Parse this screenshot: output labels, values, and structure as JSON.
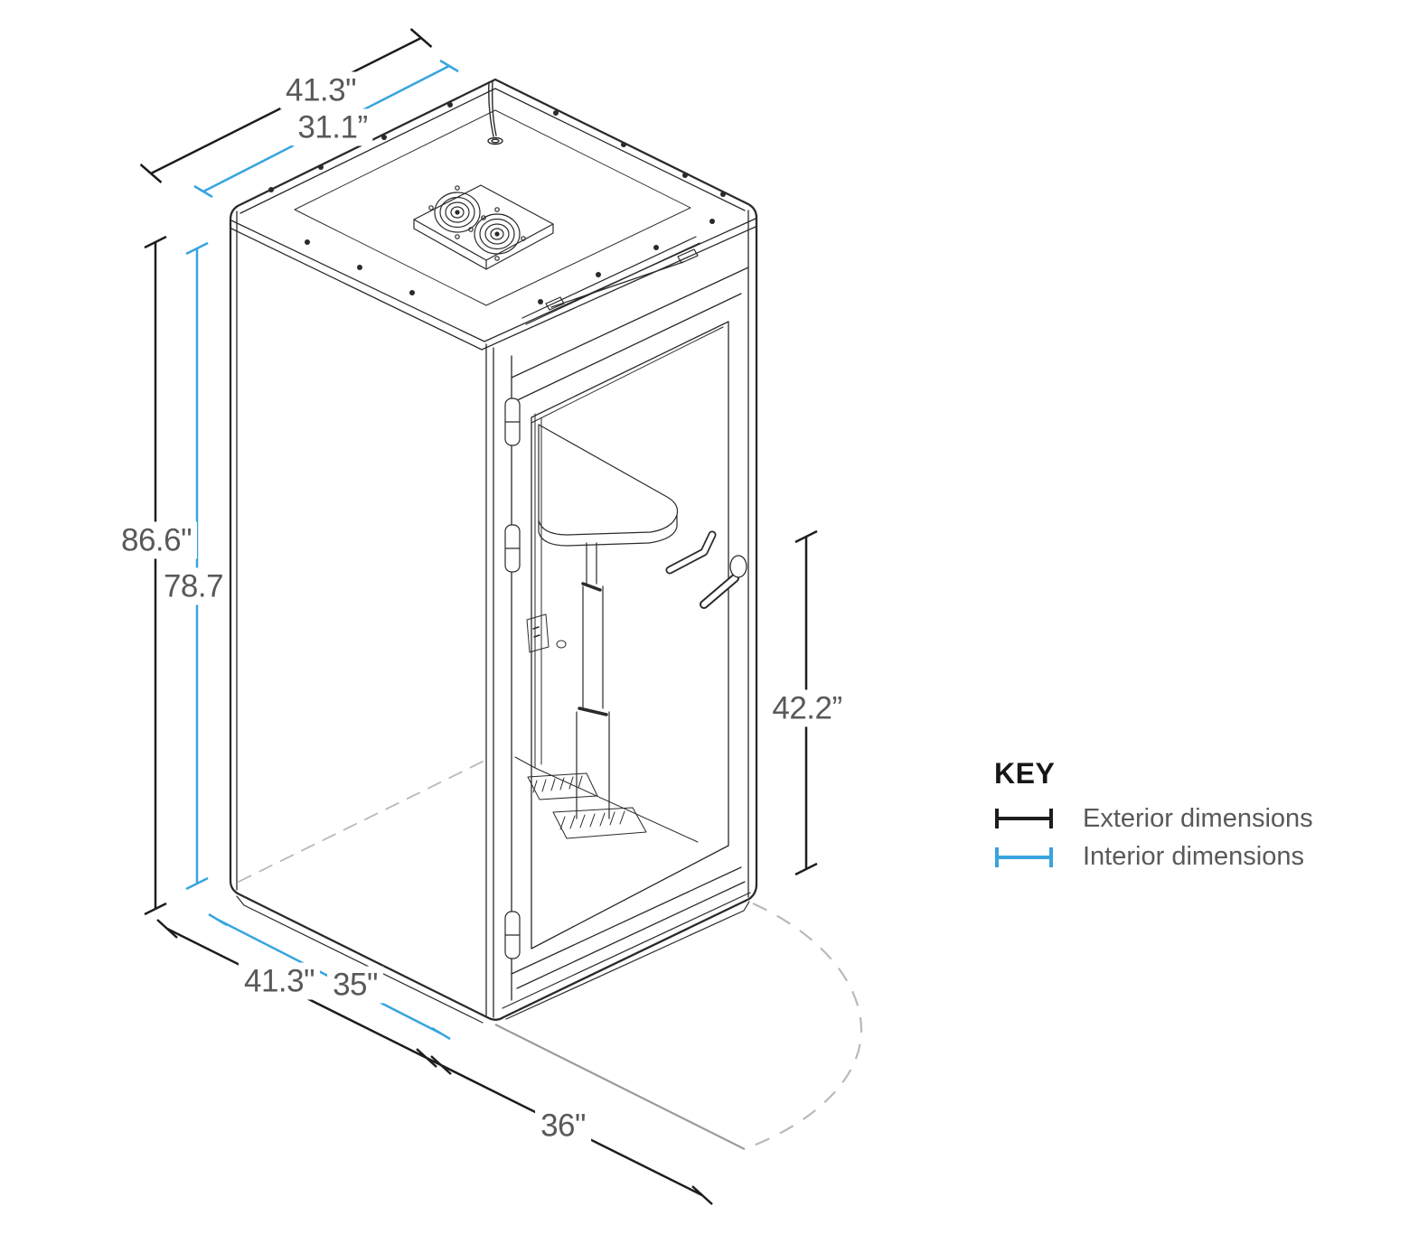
{
  "diagram": {
    "dims": {
      "top_exterior": "41.3\"",
      "top_interior": "31.1”",
      "height_exterior": "86.6\"",
      "height_interior": "78.7",
      "table_height": "42.2”",
      "bottom_exterior": "41.3\"",
      "bottom_interior": "35\"",
      "door_clearance": "36\""
    },
    "key": {
      "title": "KEY",
      "exterior_label": "Exterior dimensions",
      "interior_label": "Interior dimensions"
    },
    "colors": {
      "exterior_line": "#1d1d1b",
      "interior_line": "#37a4e0",
      "label_text": "#58595b",
      "drawing_line": "#2b2a29",
      "hidden_dash_line": "#b9b9b9",
      "open_door_line": "#9c9c9c"
    }
  }
}
